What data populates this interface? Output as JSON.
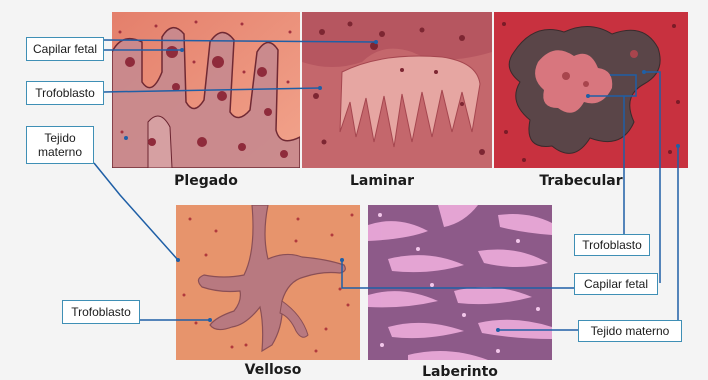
{
  "panels": {
    "plegado": {
      "caption": "Plegado"
    },
    "laminar": {
      "caption": "Laminar"
    },
    "trabecular": {
      "caption": "Trabecular"
    },
    "velloso": {
      "caption": "Velloso"
    },
    "laberinto": {
      "caption": "Laberinto"
    }
  },
  "labels": {
    "capilar_fetal_top": "Capilar fetal",
    "trofoblasto_top": "Trofoblasto",
    "tejido_materno_left": "Tejido materno",
    "trofoblasto_left": "Trofoblasto",
    "trofoblasto_right": "Trofoblasto",
    "capilar_fetal_right": "Capilar fetal",
    "tejido_materno_right": "Tejido materno"
  },
  "colors": {
    "leader_line": "#1f5fa6",
    "label_border": "#3f8fb5",
    "maternal_salmon": "#e8917a",
    "trophoblast_pink": "#c98a8e",
    "fetal_capillary": "#8f2b3b",
    "trabecular_red": "#c8313f",
    "labyrinth_purple": "#8d5a89",
    "labyrinth_light": "#e9a8d8"
  }
}
